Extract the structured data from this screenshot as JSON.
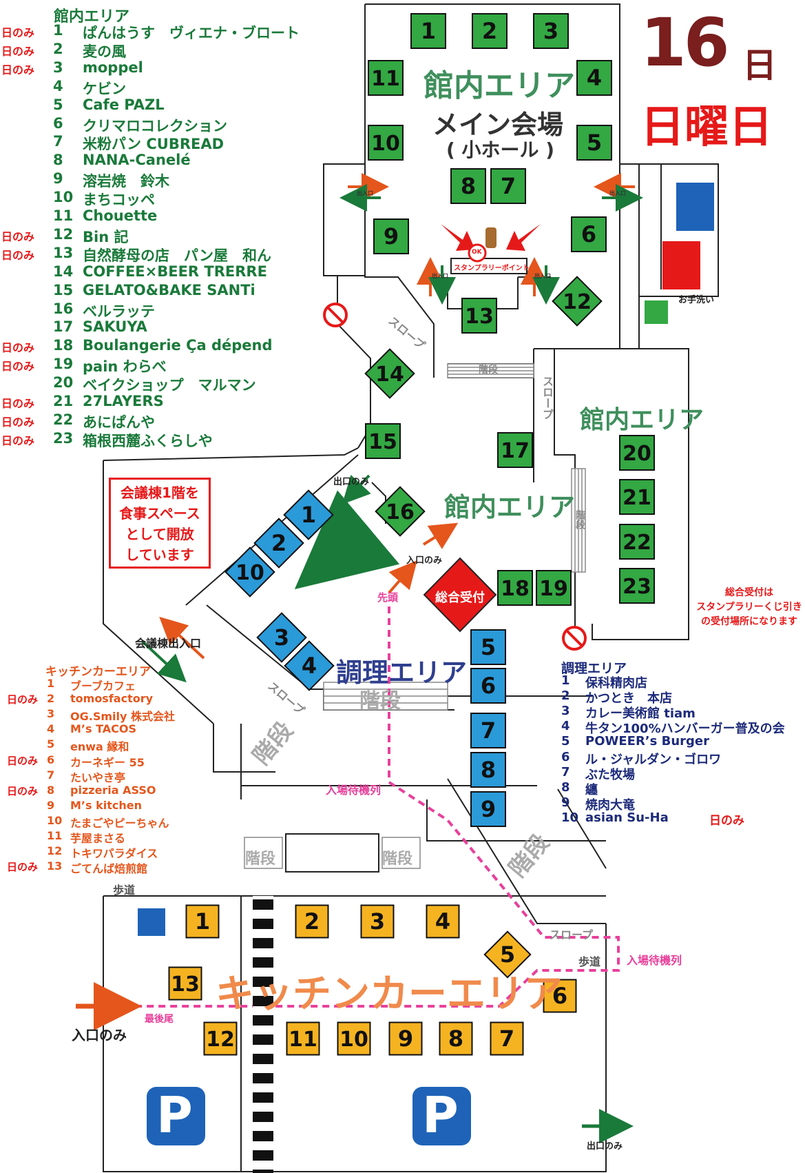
{
  "title": {
    "day": "16",
    "day_suffix": "日",
    "weekday": "日曜日"
  },
  "colors": {
    "green_booth": "#33a843",
    "blue_booth": "#2b9ad8",
    "orange_booth": "#f5b321",
    "legend_green": "#1a7a3a",
    "legend_navy": "#1c2a7a",
    "legend_orange": "#e4561c",
    "red": "#e61919",
    "area_green": "#3f8f5c",
    "area_blue": "#2f3f8f",
    "area_orange": "#f08a4b",
    "pink": "#e8409b"
  },
  "only_mark": "日のみ",
  "legend_hall": {
    "title": "館内エリア",
    "items": [
      {
        "no": "1",
        "name": "ぱんはうす　ヴィエナ・ブロート",
        "only": true
      },
      {
        "no": "2",
        "name": "麦の風",
        "only": true
      },
      {
        "no": "3",
        "name": "moppel",
        "only": true
      },
      {
        "no": "4",
        "name": "ケビン",
        "only": false
      },
      {
        "no": "5",
        "name": "Cafe PAZL",
        "only": false
      },
      {
        "no": "6",
        "name": "クリマロコレクション",
        "only": false
      },
      {
        "no": "7",
        "name": "米粉パン CUBREAD",
        "only": false
      },
      {
        "no": "8",
        "name": "NANA-Canelé",
        "only": false
      },
      {
        "no": "9",
        "name": "溶岩焼　鈴木",
        "only": false
      },
      {
        "no": "10",
        "name": "まちコッペ",
        "only": false
      },
      {
        "no": "11",
        "name": "Chouette",
        "only": false
      },
      {
        "no": "12",
        "name": "Bin 記",
        "only": true
      },
      {
        "no": "13",
        "name": "自然酵母の店　パン屋　和ん",
        "only": true
      },
      {
        "no": "14",
        "name": "COFFEE×BEER TRERRE",
        "only": false
      },
      {
        "no": "15",
        "name": "GELATO&BAKE SANTi",
        "only": false
      },
      {
        "no": "16",
        "name": "ベルラッテ",
        "only": false
      },
      {
        "no": "17",
        "name": "SAKUYA",
        "only": false
      },
      {
        "no": "18",
        "name": "Boulangerie Ça dépend",
        "only": true
      },
      {
        "no": "19",
        "name": "pain わらべ",
        "only": true
      },
      {
        "no": "20",
        "name": "ベイクショップ　マルマン",
        "only": false
      },
      {
        "no": "21",
        "name": "27LAYERS",
        "only": true
      },
      {
        "no": "22",
        "name": "あにぱんや",
        "only": true
      },
      {
        "no": "23",
        "name": "箱根西麓ふくらしや",
        "only": true
      }
    ]
  },
  "legend_kitchen": {
    "title": "キッチンカーエリア",
    "items": [
      {
        "no": "1",
        "name": "ブーブカフェ",
        "only": false
      },
      {
        "no": "2",
        "name": "tomosfactory",
        "only": true
      },
      {
        "no": "3",
        "name": "OG.Smily 株式会社",
        "only": false
      },
      {
        "no": "4",
        "name": "M’s TACOS",
        "only": false
      },
      {
        "no": "5",
        "name": "enwa 縁和",
        "only": false
      },
      {
        "no": "6",
        "name": "カーネギー 55",
        "only": true
      },
      {
        "no": "7",
        "name": "たいやき亭",
        "only": false
      },
      {
        "no": "8",
        "name": "pizzeria ASSO",
        "only": true
      },
      {
        "no": "9",
        "name": "M’s kitchen",
        "only": false
      },
      {
        "no": "10",
        "name": "たまごやピーちゃん",
        "only": false
      },
      {
        "no": "11",
        "name": "芋屋まさる",
        "only": false
      },
      {
        "no": "12",
        "name": "トキワパラダイス",
        "only": false
      },
      {
        "no": "13",
        "name": "ごてんば焙煎館",
        "only": true
      }
    ]
  },
  "legend_cooking": {
    "title": "調理エリア",
    "items": [
      {
        "no": "1",
        "name": "保科精肉店",
        "only": false
      },
      {
        "no": "2",
        "name": "かつとき　本店",
        "only": false
      },
      {
        "no": "3",
        "name": "カレー美術館 tiam",
        "only": false
      },
      {
        "no": "4",
        "name": "牛タン100%ハンバーガー普及の会",
        "only": false
      },
      {
        "no": "5",
        "name": "POWEER’s Burger",
        "only": false
      },
      {
        "no": "6",
        "name": "ル・ジャルダン・ゴロワ",
        "only": false
      },
      {
        "no": "7",
        "name": "ぶた牧場",
        "only": false
      },
      {
        "no": "8",
        "name": "纏",
        "only": false
      },
      {
        "no": "9",
        "name": "焼肉大竜",
        "only": false
      },
      {
        "no": "10",
        "name": "asian Su-Ha",
        "only": true
      }
    ]
  },
  "map_labels": {
    "hall_area": "館内エリア",
    "main_venue": "メイン会場",
    "small_hall": "( 小ホール )",
    "cooking_area": "調理エリア",
    "kitchen_area": "キッチンカーエリア",
    "stairs": "階段",
    "slope": "スロープ",
    "entrance_small": "出入口",
    "exit_only": "出口のみ",
    "entrance_only": "入口のみ",
    "conference_entrance": "会議棟出入口",
    "reception": "総合受付",
    "stamp_point": "スタンプラリーポイント",
    "ok_mark": "OK",
    "head": "先頭",
    "queue": "入場待機列",
    "tail": "最後尾",
    "sidewalk": "歩道",
    "hand_wash": "お手洗い",
    "parking": "P",
    "reception_note": [
      "総合受付は",
      "スタンプラリーくじ引き",
      "の受付場所になります"
    ],
    "dining_note": [
      "会議棟1階を",
      "食事スペース",
      "として開放",
      "しています"
    ]
  }
}
